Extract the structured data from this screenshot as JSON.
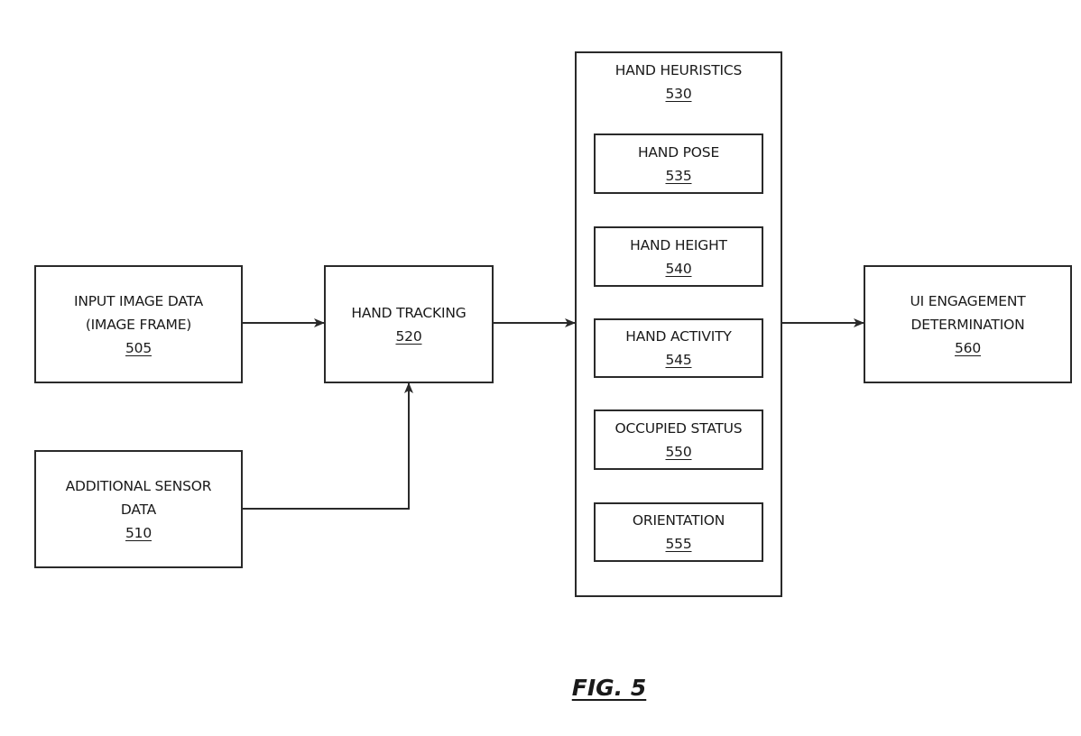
{
  "figure_label": "FIG. 5",
  "blocks": {
    "input_image": {
      "lines": [
        "INPUT IMAGE DATA",
        "(IMAGE FRAME)"
      ],
      "ref": "505"
    },
    "sensor": {
      "lines": [
        "ADDITIONAL SENSOR",
        "DATA"
      ],
      "ref": "510"
    },
    "tracking": {
      "lines": [
        "HAND TRACKING"
      ],
      "ref": "520"
    },
    "heuristics": {
      "lines": [
        "HAND HEURISTICS"
      ],
      "ref": "530"
    },
    "pose": {
      "lines": [
        "HAND POSE"
      ],
      "ref": "535"
    },
    "height": {
      "lines": [
        "HAND HEIGHT"
      ],
      "ref": "540"
    },
    "activity": {
      "lines": [
        "HAND ACTIVITY"
      ],
      "ref": "545"
    },
    "occupied": {
      "lines": [
        "OCCUPIED STATUS"
      ],
      "ref": "550"
    },
    "orientation": {
      "lines": [
        "ORIENTATION"
      ],
      "ref": "555"
    },
    "engagement": {
      "lines": [
        "UI ENGAGEMENT",
        "DETERMINATION"
      ],
      "ref": "560"
    }
  },
  "connections": [
    {
      "from": "input_image",
      "to": "tracking"
    },
    {
      "from": "sensor",
      "to": "tracking"
    },
    {
      "from": "tracking",
      "to": "heuristics"
    },
    {
      "from": "heuristics",
      "to": "engagement"
    }
  ]
}
